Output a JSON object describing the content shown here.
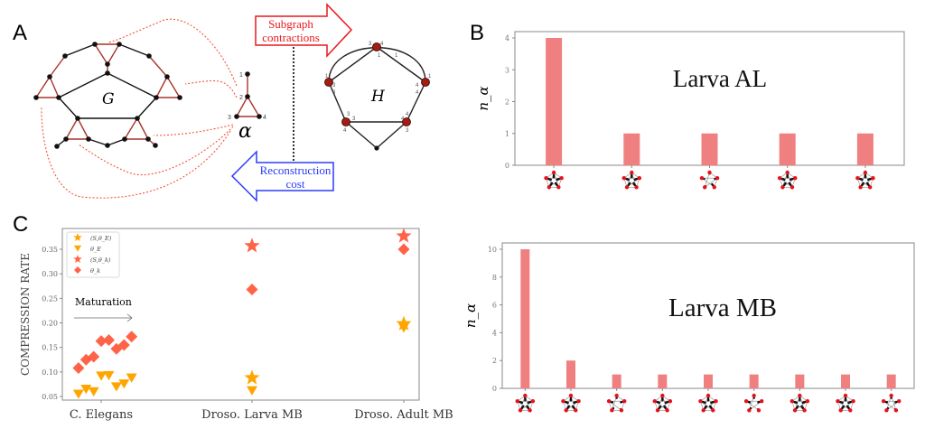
{
  "panel_labels": {
    "a": "A",
    "b": "B",
    "c": "C"
  },
  "diagram": {
    "graph_g_label": "G",
    "graph_h_label": "H",
    "motif_label": "α",
    "motif_node_labels": [
      "1",
      "2",
      "3",
      "4"
    ],
    "h_port_labels": [
      "3",
      "4",
      "1",
      "1",
      "1",
      "3",
      "3",
      "1",
      "4",
      "4",
      "3",
      "3",
      "4",
      "4",
      "4",
      "3"
    ],
    "contraction_arrow_label": [
      "Subgraph",
      "contractions"
    ],
    "reconstruction_arrow_label": [
      "Reconstruction",
      "cost"
    ],
    "colors": {
      "contraction": "#e8191c",
      "reconstruction": "#2b3df5",
      "motif_edge": "#a8342a",
      "mapping": "#f5533a"
    }
  },
  "chart_data": [
    {
      "type": "bar",
      "panel": "B",
      "title": "Larva AL",
      "ylabel": "n_α",
      "ylim": [
        0,
        4.2
      ],
      "yticks": [
        "0",
        "1",
        "2",
        "3",
        "4"
      ],
      "categories": [
        "motif-1",
        "motif-2",
        "motif-3",
        "motif-4",
        "motif-5"
      ],
      "values": [
        4,
        1,
        1,
        1,
        1
      ],
      "bar_color": "#f08080"
    },
    {
      "type": "bar",
      "panel": "B",
      "title": "Larva MB",
      "ylabel": "n_α",
      "ylim": [
        0,
        10.5
      ],
      "yticks": [
        "0",
        "2",
        "4",
        "6",
        "8",
        "10"
      ],
      "categories": [
        "motif-1",
        "motif-2",
        "motif-3",
        "motif-4",
        "motif-5",
        "motif-6",
        "motif-7",
        "motif-8",
        "motif-9"
      ],
      "values": [
        10,
        2,
        1,
        1,
        1,
        1,
        1,
        1,
        1
      ],
      "bar_color": "#f08080"
    },
    {
      "type": "scatter",
      "panel": "C",
      "ylabel": "COMPRESSION RATE",
      "ylim": [
        0.04,
        0.39
      ],
      "yticks": [
        "0.05",
        "0.10",
        "0.15",
        "0.20",
        "0.25",
        "0.30",
        "0.35"
      ],
      "categories": [
        "C. Elegans",
        "Droso. Larva MB",
        "Droso. Adult MB"
      ],
      "annotation": "Maturation",
      "legend_position": "top-left",
      "series": [
        {
          "name": "(S,θ_E)",
          "marker": "star",
          "color": "#ffa500",
          "points": [
            {
              "category": 1,
              "stage": 0,
              "y": 0.088
            },
            {
              "category": 2,
              "stage": 0,
              "y": 0.198
            }
          ]
        },
        {
          "name": "θ_E",
          "marker": "triangle-down",
          "color": "#ffa500",
          "points": [
            {
              "category": 0,
              "stage": 1,
              "y": 0.055
            },
            {
              "category": 0,
              "stage": 2,
              "y": 0.065
            },
            {
              "category": 0,
              "stage": 3,
              "y": 0.06
            },
            {
              "category": 0,
              "stage": 4,
              "y": 0.092
            },
            {
              "category": 0,
              "stage": 5,
              "y": 0.093
            },
            {
              "category": 0,
              "stage": 6,
              "y": 0.07
            },
            {
              "category": 0,
              "stage": 7,
              "y": 0.076
            },
            {
              "category": 0,
              "stage": 8,
              "y": 0.088
            },
            {
              "category": 1,
              "stage": 0,
              "y": 0.062
            },
            {
              "category": 2,
              "stage": 0,
              "y": 0.19
            }
          ]
        },
        {
          "name": "(S,θ_k)",
          "marker": "star",
          "color": "#ff6347",
          "points": [
            {
              "category": 1,
              "stage": 0,
              "y": 0.357
            },
            {
              "category": 2,
              "stage": 0,
              "y": 0.377
            }
          ]
        },
        {
          "name": "θ_k",
          "marker": "diamond",
          "color": "#ff6347",
          "points": [
            {
              "category": 0,
              "stage": 1,
              "y": 0.108
            },
            {
              "category": 0,
              "stage": 2,
              "y": 0.125
            },
            {
              "category": 0,
              "stage": 3,
              "y": 0.131
            },
            {
              "category": 0,
              "stage": 4,
              "y": 0.163
            },
            {
              "category": 0,
              "stage": 5,
              "y": 0.165
            },
            {
              "category": 0,
              "stage": 6,
              "y": 0.147
            },
            {
              "category": 0,
              "stage": 7,
              "y": 0.155
            },
            {
              "category": 0,
              "stage": 8,
              "y": 0.172
            },
            {
              "category": 1,
              "stage": 0,
              "y": 0.268
            },
            {
              "category": 2,
              "stage": 0,
              "y": 0.35
            }
          ]
        }
      ]
    }
  ]
}
